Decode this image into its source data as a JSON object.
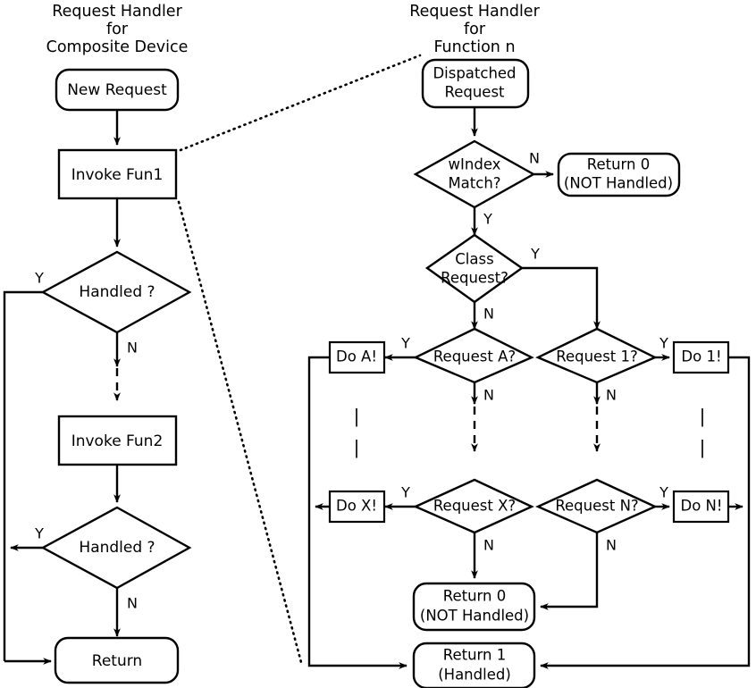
{
  "diagram": {
    "type": "flowchart",
    "background": "#ffffff",
    "line_color": "#000000",
    "panels": [
      {
        "id": "composite",
        "title_lines": [
          "Request Handler",
          "for",
          "Composite Device"
        ]
      },
      {
        "id": "function-n",
        "title_lines": [
          "Request Handler",
          "for",
          "Function n"
        ]
      }
    ]
  },
  "left_panel": {
    "title": {
      "line1": "Request Handler",
      "line2": "for",
      "line3": "Composite Device"
    },
    "nodes": {
      "new_request": "New Request",
      "invoke_fun1": "Invoke Fun1",
      "handled_1": "Handled ?",
      "invoke_fun2": "Invoke Fun2",
      "handled_2": "Handled ?",
      "return": "Return"
    },
    "edge_labels": {
      "handled1_yes": "Y",
      "handled1_no": "N",
      "handled2_yes": "Y",
      "handled2_no": "N"
    }
  },
  "right_panel": {
    "title": {
      "line1": "Request Handler",
      "line2": "for",
      "line3": "Function n"
    },
    "nodes": {
      "dispatched_request_l1": "Dispatched",
      "dispatched_request_l2": "Request",
      "windex_match_l1": "wIndex",
      "windex_match_l2": "Match?",
      "return0_top_l1": "Return 0",
      "return0_top_l2": "(NOT Handled)",
      "class_request_l1": "Class",
      "class_request_l2": "Request?",
      "request_a": "Request A?",
      "request_1": "Request 1?",
      "request_x": "Request X?",
      "request_n": "Request N?",
      "do_a": "Do A!",
      "do_1": "Do 1!",
      "do_x": "Do X!",
      "do_n": "Do N!",
      "return0_bottom_l1": "Return 0",
      "return0_bottom_l2": "(NOT Handled)",
      "return1_l1": "Return 1",
      "return1_l2": "(Handled)"
    },
    "edge_labels": {
      "windex_no": "N",
      "windex_yes": "Y",
      "class_yes": "Y",
      "class_no": "N",
      "request_a_yes": "Y",
      "request_a_no": "N",
      "request_1_yes": "Y",
      "request_1_no": "N",
      "request_x_yes": "Y",
      "request_x_no": "N",
      "request_n_yes": "Y",
      "request_n_no": "N"
    },
    "ellipsis": {
      "left_mark_1": "|",
      "left_mark_2": "|",
      "right_mark_1": "|",
      "right_mark_2": "|"
    }
  }
}
